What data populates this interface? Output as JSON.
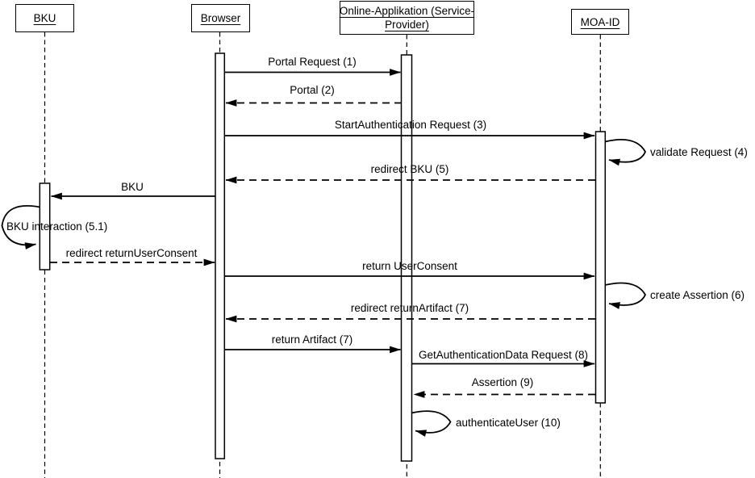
{
  "actors": [
    {
      "id": "bku",
      "label": "BKU",
      "lines": [
        "BKU"
      ]
    },
    {
      "id": "browser",
      "label": "Browser",
      "lines": [
        "Browser"
      ]
    },
    {
      "id": "online-applikation",
      "label": "Online-Applikation (Service-Provider)",
      "lines": [
        "Online-Applikation (Service-",
        "Provider)"
      ]
    },
    {
      "id": "moa-id",
      "label": "MOA-ID",
      "lines": [
        "MOA-ID"
      ]
    }
  ],
  "messages": [
    {
      "label": "Portal Request (1)",
      "from": "Browser",
      "to": "Online-Applikation (Service-Provider)",
      "style": "solid"
    },
    {
      "label": "Portal (2)",
      "from": "Online-Applikation (Service-Provider)",
      "to": "Browser",
      "style": "dashed"
    },
    {
      "label": "StartAuthentication Request (3)",
      "from": "Browser",
      "to": "MOA-ID",
      "style": "solid"
    },
    {
      "label": "validate Request (4)",
      "from": "MOA-ID",
      "to": "MOA-ID",
      "style": "self"
    },
    {
      "label": "redirect BKU (5)",
      "from": "MOA-ID",
      "to": "Browser",
      "style": "dashed"
    },
    {
      "label": "BKU",
      "from": "Browser",
      "to": "BKU",
      "style": "solid"
    },
    {
      "label": "BKU interaction (5.1)",
      "from": "BKU",
      "to": "BKU",
      "style": "self"
    },
    {
      "label": "redirect returnUserConsent",
      "from": "BKU",
      "to": "Browser",
      "style": "dashed"
    },
    {
      "label": "return UserConsent",
      "from": "Browser",
      "to": "MOA-ID",
      "style": "solid"
    },
    {
      "label": "create Assertion (6)",
      "from": "MOA-ID",
      "to": "MOA-ID",
      "style": "self"
    },
    {
      "label": "redirect returnArtifact (7)",
      "from": "MOA-ID",
      "to": "Browser",
      "style": "dashed"
    },
    {
      "label": "return Artifact (7)",
      "from": "Browser",
      "to": "Online-Applikation (Service-Provider)",
      "style": "solid"
    },
    {
      "label": "GetAuthenticationData Request (8)",
      "from": "Online-Applikation (Service-Provider)",
      "to": "MOA-ID",
      "style": "solid"
    },
    {
      "label": "Assertion (9)",
      "from": "MOA-ID",
      "to": "Online-Applikation (Service-Provider)",
      "style": "dashed"
    },
    {
      "label": "authenticateUser (10)",
      "from": "Online-Applikation (Service-Provider)",
      "to": "Online-Applikation (Service-Provider)",
      "style": "self"
    }
  ],
  "colors": {
    "line": "#000000",
    "background": "#ffffff"
  }
}
